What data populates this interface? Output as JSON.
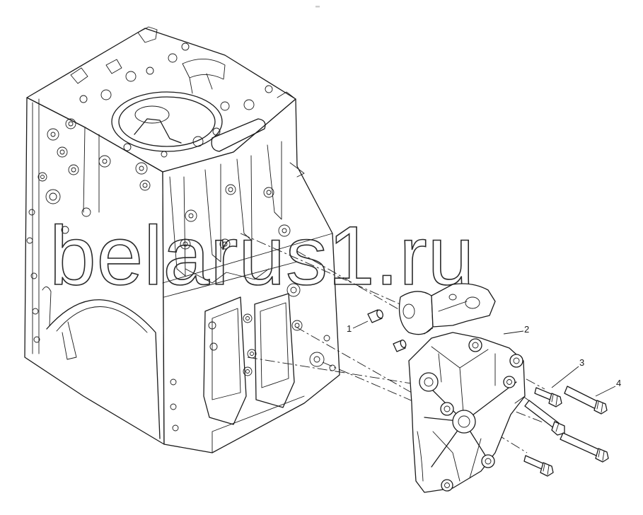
{
  "watermark": "belarus1.ru",
  "top_mark": "⁰⁰⁰",
  "callouts": [
    "1",
    "2",
    "3",
    "4"
  ]
}
